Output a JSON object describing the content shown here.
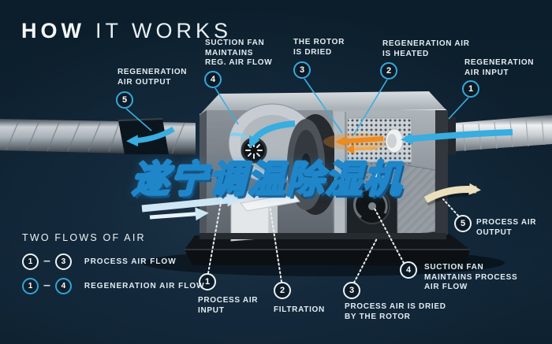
{
  "title": {
    "strong": "HOW",
    "light": "IT WORKS"
  },
  "headline": {
    "text": "遂宁调温除湿机",
    "color": "#1f86c9"
  },
  "callouts": {
    "top": [
      {
        "num": "5",
        "text": "REGENERATION\nAIR OUTPUT"
      },
      {
        "num": "4",
        "text": "SUCTION FAN\nMAINTAINS\nREG. AIR FLOW"
      },
      {
        "num": "3",
        "text": "THE ROTOR\nIS DRIED"
      },
      {
        "num": "2",
        "text": "REGENERATION AIR\nIS HEATED"
      },
      {
        "num": "1",
        "text": "REGENERATION\nAIR INPUT"
      }
    ],
    "bottom": [
      {
        "num": "1",
        "text": "PROCESS AIR\nINPUT"
      },
      {
        "num": "2",
        "text": "FILTRATION"
      },
      {
        "num": "3",
        "text": "PROCESS AIR IS DRIED\nBY THE ROTOR"
      },
      {
        "num": "4",
        "text": "SUCTION FAN\nMAINTAINS PROCESS\nAIR FLOW"
      },
      {
        "num": "5",
        "text": "PROCESS AIR\nOUTPUT"
      }
    ]
  },
  "legend": {
    "title": "TWO FLOWS OF AIR",
    "dash": "–",
    "rows": [
      {
        "start": "1",
        "end": "3",
        "label": "PROCESS AIR FLOW",
        "circle_style": "white"
      },
      {
        "start": "1",
        "end": "4",
        "label": "REGENERATION AIR FLOW",
        "circle_style": "blue"
      }
    ]
  },
  "colors": {
    "background_navy": "#0d1f2d",
    "accent_cyan": "#38ade0",
    "heater_orange": "#ef8b1c",
    "output_cream": "#ecdfbc",
    "process_circle": "#edf2f5",
    "regeneration_circle": "#35a9dc"
  }
}
